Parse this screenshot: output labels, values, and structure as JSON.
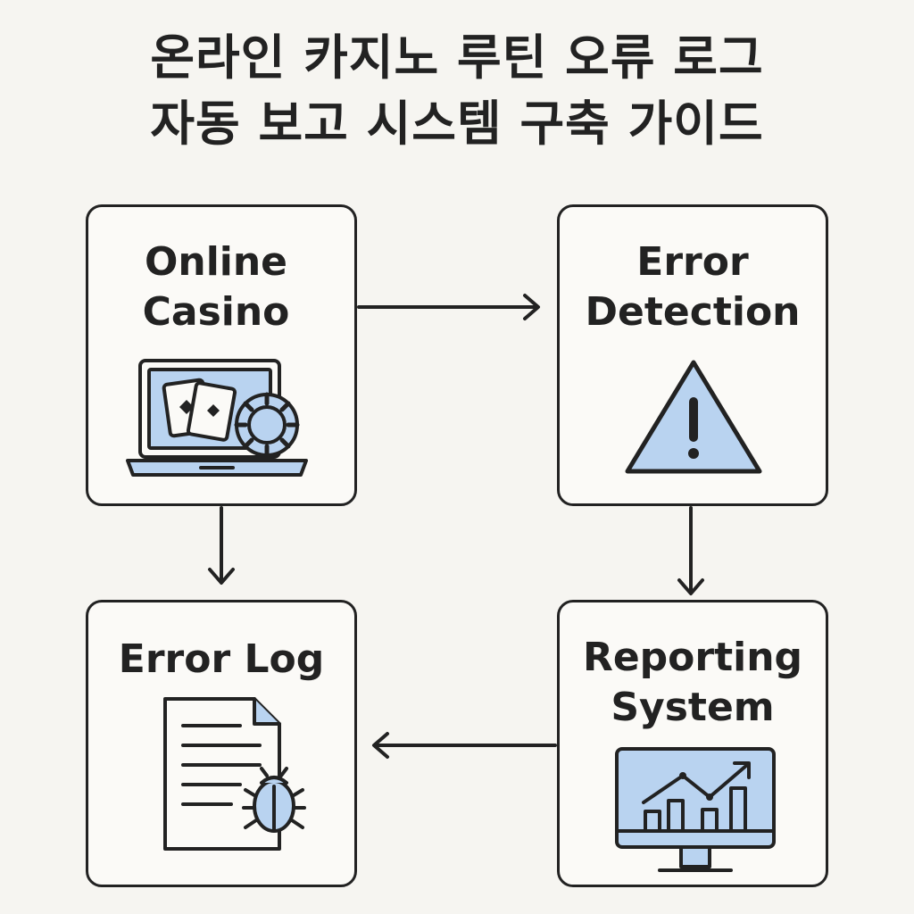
{
  "title": {
    "line1": "온라인 카지노 루틴 오류 로그",
    "line2": "자동 보고 시스템 구축 가이드"
  },
  "nodes": [
    {
      "id": "casino",
      "label": "Online\nCasino",
      "icon": "laptop-cards-chip-icon"
    },
    {
      "id": "detection",
      "label": "Error\nDetection",
      "icon": "warning-triangle-icon"
    },
    {
      "id": "log",
      "label": "Error Log",
      "icon": "document-bug-icon"
    },
    {
      "id": "reporting",
      "label": "Reporting\nSystem",
      "icon": "monitor-chart-icon"
    }
  ],
  "edges": [
    {
      "from": "casino",
      "to": "detection"
    },
    {
      "from": "casino",
      "to": "log"
    },
    {
      "from": "detection",
      "to": "reporting"
    },
    {
      "from": "reporting",
      "to": "log"
    }
  ],
  "colors": {
    "background": "#f6f5f1",
    "stroke": "#222222",
    "icon_fill": "#b9d3f0"
  }
}
